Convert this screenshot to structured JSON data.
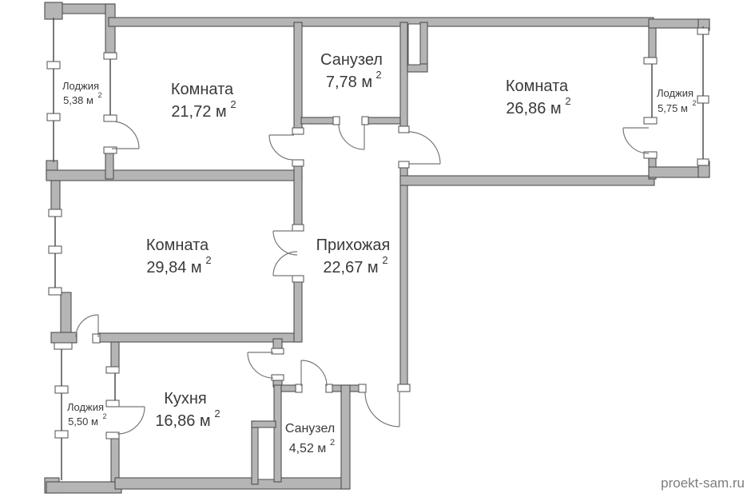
{
  "plan": {
    "type": "apartment-floor-plan",
    "wall_fill": "#b5b5b5",
    "wall_outline": "#4f4f4f",
    "text_color": "#3a3a3a"
  },
  "rooms": [
    {
      "name": "Лоджия",
      "area": "5,38 м",
      "sup": "2"
    },
    {
      "name": "Комната",
      "area": "21,72 м",
      "sup": "2"
    },
    {
      "name": "Санузел",
      "area": "7,78 м",
      "sup": "2"
    },
    {
      "name": "Комната",
      "area": "26,86 м",
      "sup": "2"
    },
    {
      "name": "Лоджия",
      "area": "5,75 м",
      "sup": "2"
    },
    {
      "name": "Комната",
      "area": "29,84 м",
      "sup": "2"
    },
    {
      "name": "Прихожая",
      "area": "22,67 м",
      "sup": "2"
    },
    {
      "name": "Лоджия",
      "area": "5,50 м",
      "sup": "2"
    },
    {
      "name": "Кухня",
      "area": "16,86 м",
      "sup": "2"
    },
    {
      "name": "Санузел",
      "area": "4,52 м",
      "sup": "2"
    }
  ],
  "watermark": {
    "text": "proekt-sam.ru"
  }
}
